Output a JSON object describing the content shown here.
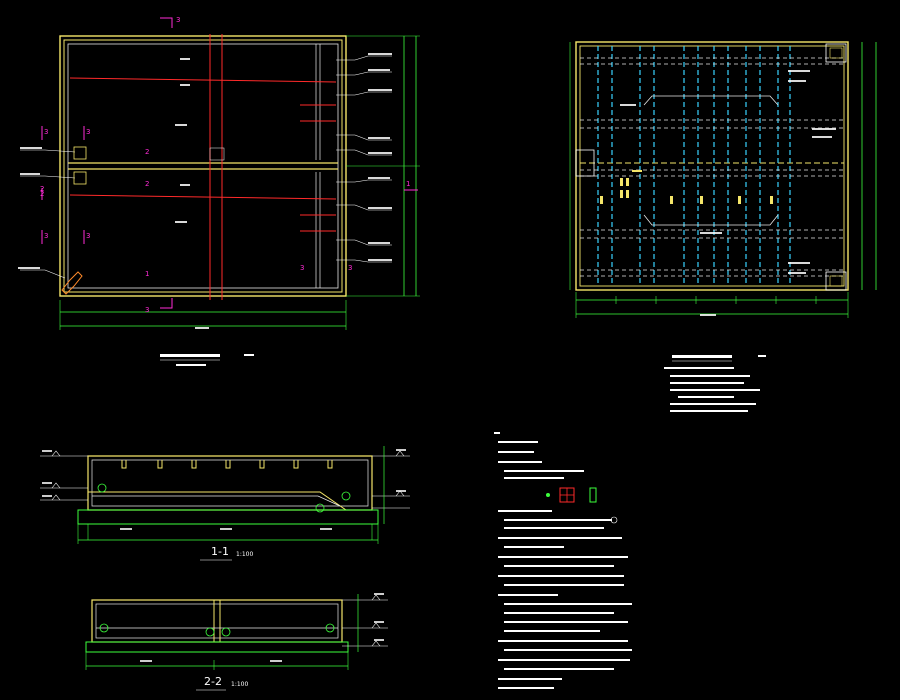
{
  "drawing": {
    "section_1_1_title": "1-1",
    "section_1_1_scale": "1:100",
    "section_2_2_title": "2-2",
    "section_2_2_scale": "1:100",
    "view_label_3": "3",
    "view_label_1": "1",
    "view_label_2": "2"
  },
  "colors": {
    "background": "#000000",
    "wall_outline": "#f5e66a",
    "wall_inner": "#e8e8e8",
    "dimension": "#3cff3c",
    "section_marker": "#ff2bd6",
    "rebar_red": "#ff2a2a",
    "rebar_cyan": "#39d3ff",
    "text": "#ffffff"
  }
}
